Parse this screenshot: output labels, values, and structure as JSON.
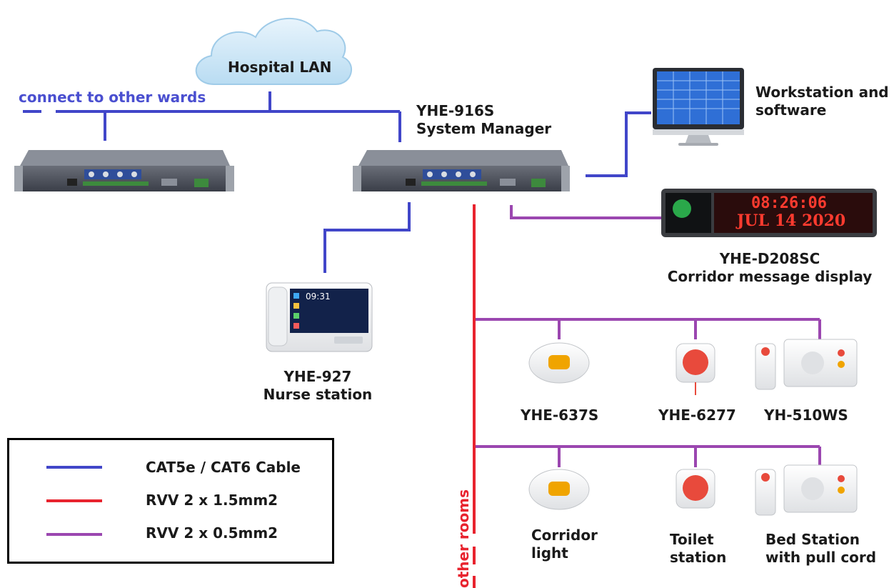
{
  "cloud": {
    "label": "Hospital LAN"
  },
  "wards_label": "connect to other wards",
  "system_manager": {
    "model": "YHE-916S",
    "name": "System Manager"
  },
  "workstation": {
    "line1": "Workstation and",
    "line2": "software"
  },
  "corridor_display": {
    "model": "YHE-D208SC",
    "name": "Corridor message display",
    "time": "08:26:06",
    "date": "JUL 14 2020"
  },
  "nurse_station": {
    "model": "YHE-927",
    "name": "Nurse station",
    "screen_time": "09:31"
  },
  "devices_row1": [
    {
      "model": "YHE-637S"
    },
    {
      "model": "YHE-6277"
    },
    {
      "model": "YH-510WS"
    }
  ],
  "devices_row2": [
    {
      "line1": "Corridor",
      "line2": "light"
    },
    {
      "line1": "Toilet",
      "line2": "station"
    },
    {
      "line1": "Bed Station",
      "line2": "with pull cord"
    }
  ],
  "other_rooms": "other rooms",
  "legend": [
    {
      "label": "CAT5e / CAT6 Cable",
      "color": "#4146c9"
    },
    {
      "label": "RVV 2 x 1.5mm2",
      "color": "#e8232e"
    },
    {
      "label": "RVV 2 x 0.5mm2",
      "color": "#9b47b0"
    }
  ],
  "colors": {
    "cat": "#4146c9",
    "power": "#e8232e",
    "signal": "#9b47b0"
  }
}
